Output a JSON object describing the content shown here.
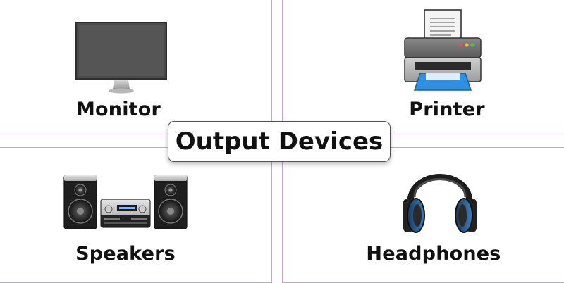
{
  "title": "Output Devices",
  "devices": [
    {
      "label": "Monitor",
      "icon": "monitor-icon"
    },
    {
      "label": "Printer",
      "icon": "printer-icon"
    },
    {
      "label": "Speakers",
      "icon": "speakers-icon"
    },
    {
      "label": "Headphones",
      "icon": "headphones-icon"
    }
  ],
  "colors": {
    "panel_border": "#c9a3d6",
    "text": "#111111",
    "accent_blue": "#2f8fe0"
  }
}
